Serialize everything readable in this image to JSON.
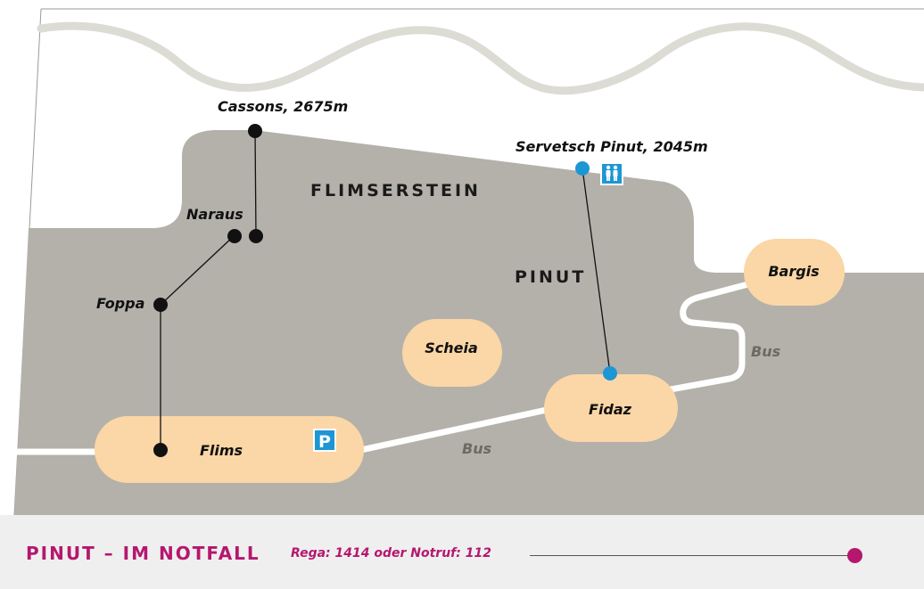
{
  "map": {
    "regions": {
      "flimserstein": "FLIMSERSTEIN",
      "pinut": "PINUT"
    },
    "stations": {
      "cassons": "Cassons, 2675m",
      "naraus": "Naraus",
      "foppa": "Foppa",
      "servetsch": "Servetsch Pinut, 2045m"
    },
    "villages": {
      "flims": "Flims",
      "scheia": "Scheia",
      "fidaz": "Fidaz",
      "bargis": "Bargis"
    },
    "bus_labels": {
      "bus_1": "Bus",
      "bus_2": "Bus"
    },
    "icons": {
      "parking": "P",
      "parking_name": "parking-icon",
      "wc_name": "restroom-icon"
    }
  },
  "footer": {
    "title": "PINUT – IM NOTFALL",
    "info": "Rega: 1414 oder Notruf: 112"
  },
  "colors": {
    "terrain": "#b3b1aa",
    "village": "#fbd6a6",
    "route": "#111111",
    "trail_station": "#1d96d4",
    "road": "#ffffff",
    "river": "#dcdcd4",
    "accent": "#b5176e",
    "footer_bg": "#efefef"
  }
}
